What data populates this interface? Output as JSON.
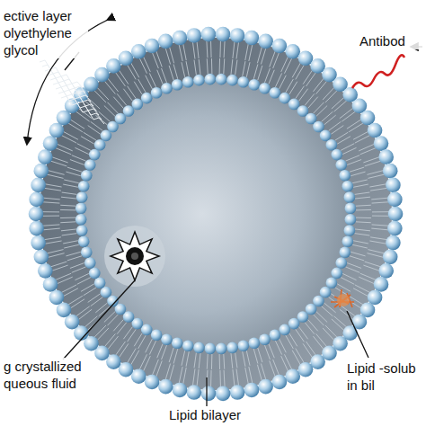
{
  "diagram": {
    "labels": [
      "ective layer olyethylene glycol",
      "Antibod",
      "g crystallized queous fluid",
      "Lipid bilayer",
      "Lipid -solub in bil"
    ]
  }
}
